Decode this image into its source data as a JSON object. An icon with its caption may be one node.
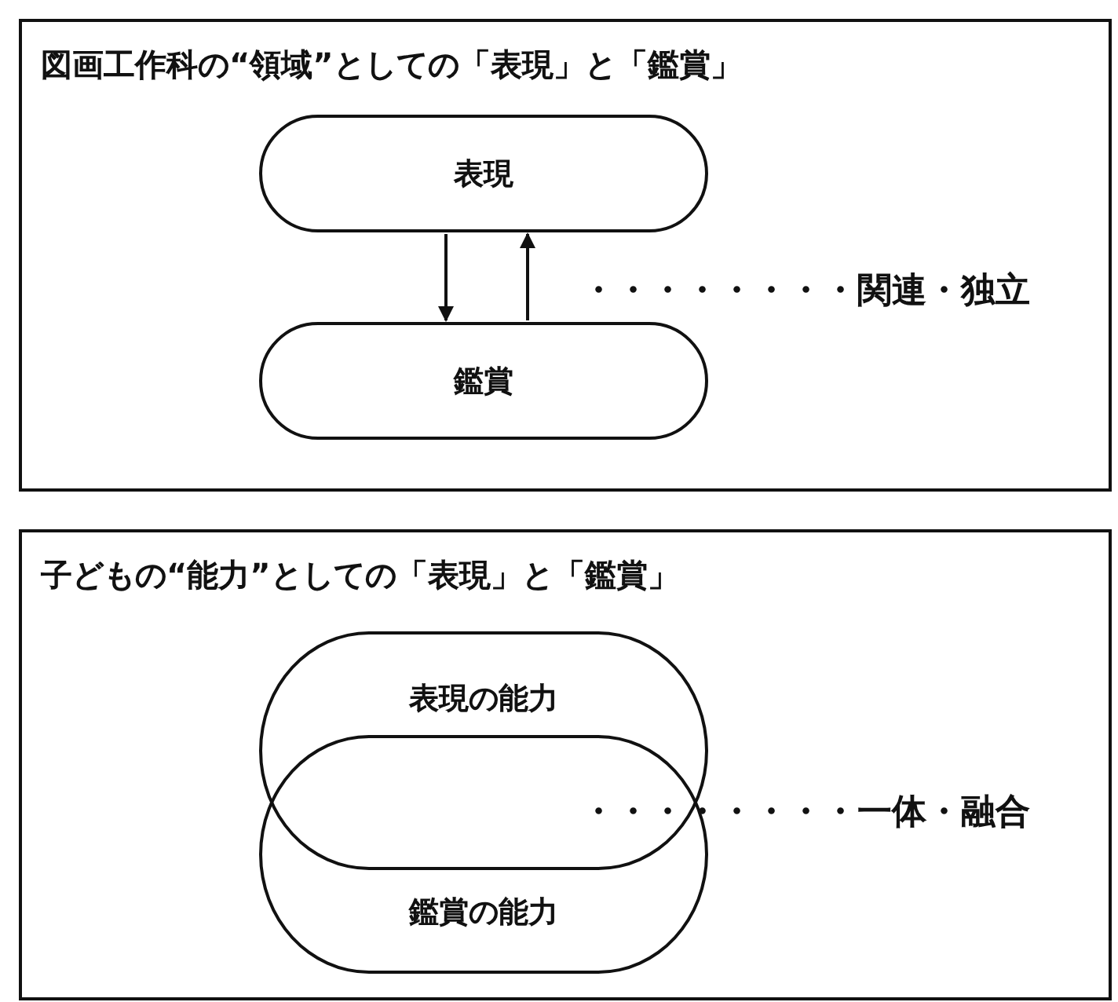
{
  "diagram": {
    "nodes": [
      {
        "text": [
          "図画工作科の“領域”としての「表現」と「鑑賞」"
        ]
      },
      {
        "text": [
          "表現"
        ],
        "in": 0
      },
      {
        "text": [
          "鑑賞"
        ],
        "in": 0
      },
      {
        "text": [
          "子どもの“能力”としての「表現」と「鑑賞」"
        ]
      },
      {
        "text": [
          "表現の能力"
        ],
        "in": 3
      },
      {
        "text": [
          "鑑賞の能力"
        ],
        "in": 3
      }
    ],
    "edges": [
      {
        "from": 1,
        "to": 2,
        "arrow": "to"
      },
      {
        "from": 2,
        "to": 1,
        "arrow": "to"
      }
    ],
    "labels": [
      "・・・・・・・・関連・独立",
      "・・・・・・・・一体・融合"
    ]
  }
}
